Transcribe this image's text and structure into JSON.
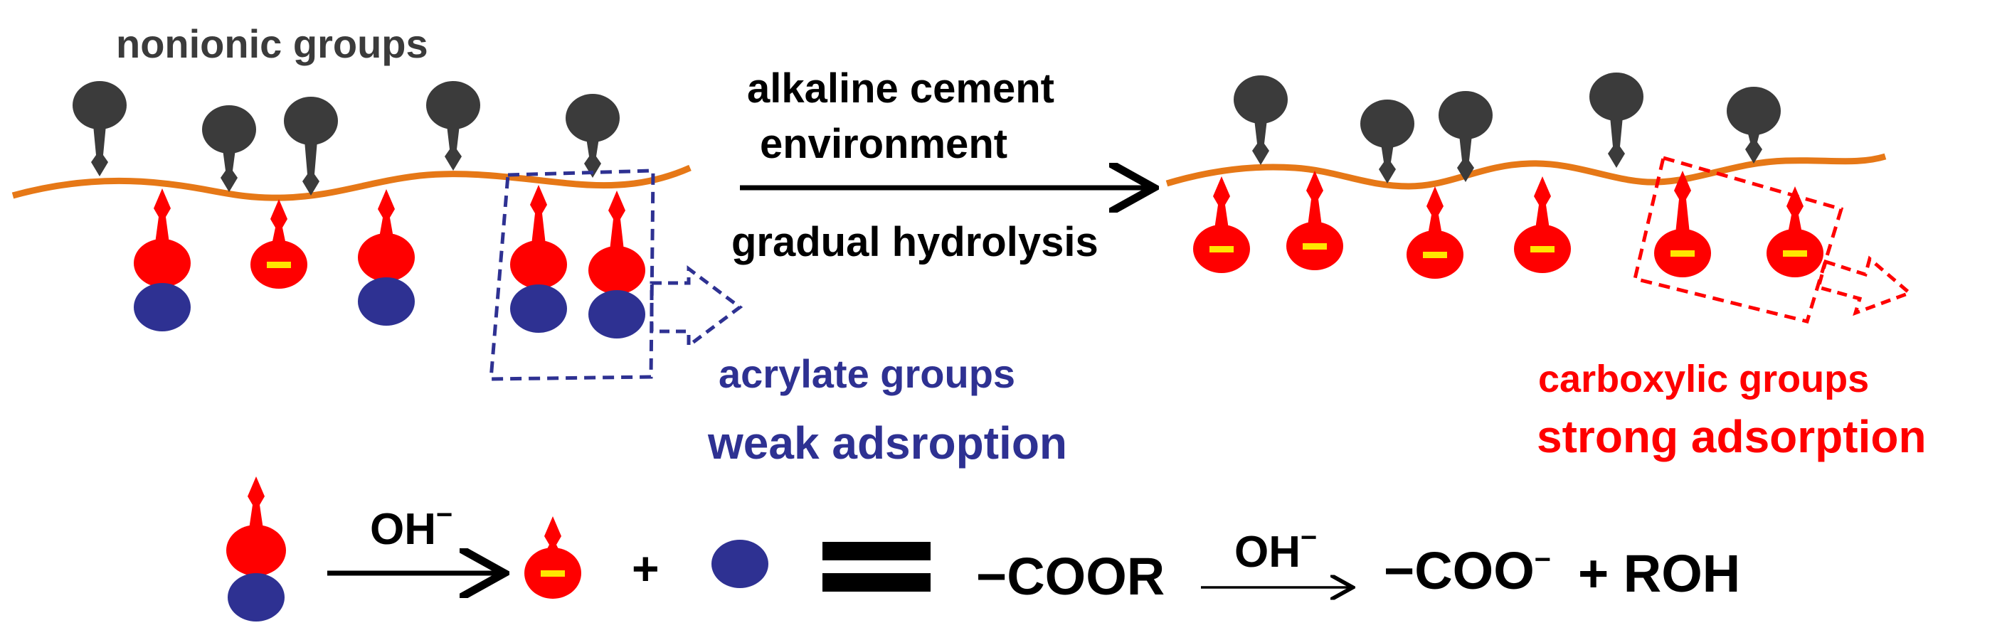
{
  "labels": {
    "nonionic": "nonionic groups",
    "condition_line1": "alkaline cement",
    "condition_line2": "environment",
    "process": "gradual hydrolysis",
    "acrylate": "acrylate groups",
    "weak": "weak adsroption",
    "carboxylic": "carboxylic groups",
    "strong": "strong adsorption"
  },
  "equation": {
    "oh_base": "OH",
    "minus": "−",
    "plus": "+",
    "coor": "−COOR",
    "coo": "−COO",
    "roh": "+  ROH"
  },
  "colors": {
    "backbone": "#e67817",
    "nonionic": "#3b3b3b",
    "anionic": "#ff0000",
    "ester": "#2e3192",
    "charge": "#ffe600",
    "weak_label": "#2e3192",
    "strong_label": "#ff0000",
    "text": "#000000",
    "nonionic_label": "#3b3b3b"
  }
}
